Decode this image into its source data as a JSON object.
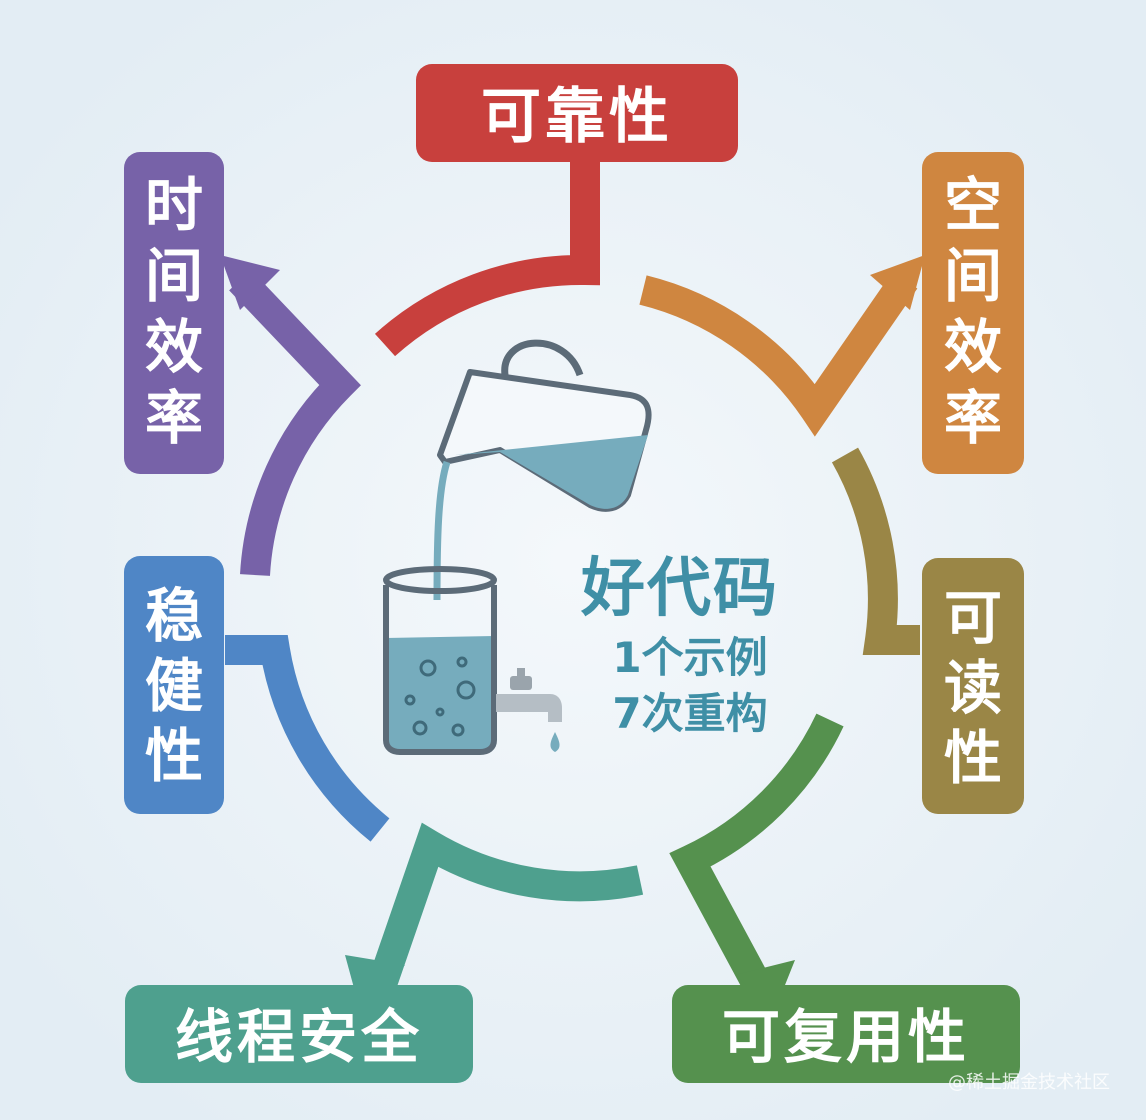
{
  "center": {
    "title": "好代码",
    "line1": "1个示例",
    "line2": "7次重构"
  },
  "boxes": {
    "reliability": {
      "label": "可靠性",
      "color": "#c8403d"
    },
    "space_efficiency": {
      "label": "空间效率",
      "color": "#cf8640"
    },
    "readability": {
      "label": "可读性",
      "color": "#9a8646"
    },
    "reusability": {
      "label": "可复用性",
      "color": "#55914e"
    },
    "thread_safety": {
      "label": "线程安全",
      "color": "#4ea08e"
    },
    "robustness": {
      "label": "稳健性",
      "color": "#4f86c6"
    },
    "time_efficiency": {
      "label": "时间效率",
      "color": "#7762a8"
    }
  },
  "watermark": "@稀土掘金技术社区",
  "colors": {
    "background": "#e8f0f6",
    "center_text": "#3f8fa6",
    "water": "#76acbd"
  }
}
